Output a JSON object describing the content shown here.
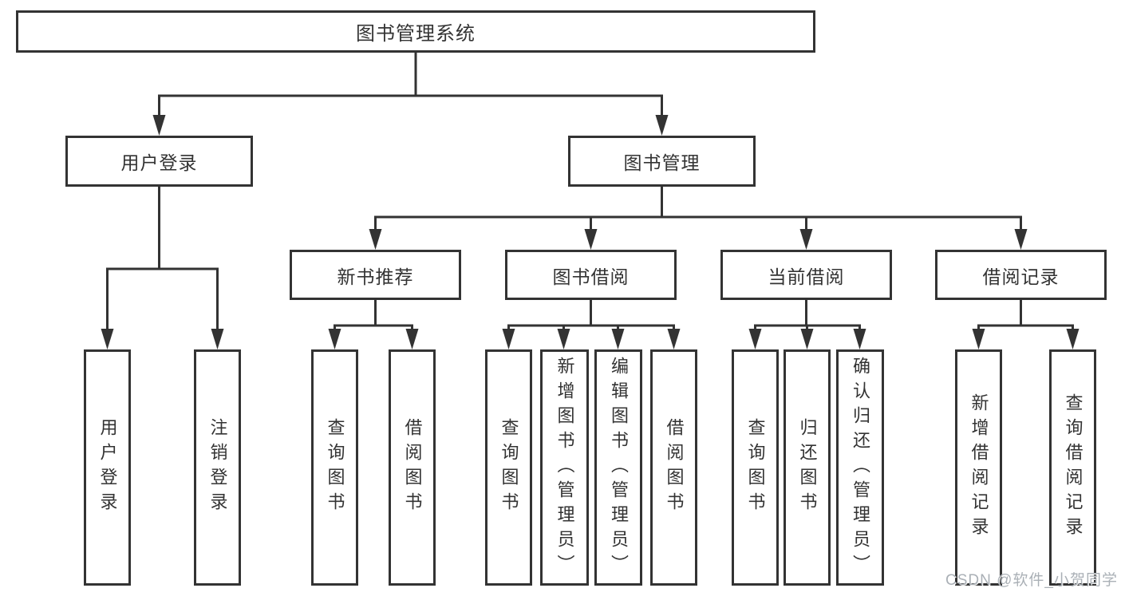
{
  "watermark": "CSDN @软件_小贺同学",
  "colors": {
    "line": "#333333",
    "box_border": "#333333",
    "text": "#333333",
    "background": "#ffffff",
    "watermark": "#aab0b6"
  },
  "tree": {
    "label": "图书管理系统",
    "children": [
      {
        "label": "用户登录",
        "children": [
          {
            "label": "用户登录"
          },
          {
            "label": "注销登录"
          }
        ]
      },
      {
        "label": "图书管理",
        "children": [
          {
            "label": "新书推荐",
            "children": [
              {
                "label": "查询图书"
              },
              {
                "label": "借阅图书"
              }
            ]
          },
          {
            "label": "图书借阅",
            "children": [
              {
                "label": "查询图书"
              },
              {
                "label": "新增图书（管理员）"
              },
              {
                "label": "编辑图书（管理员）"
              },
              {
                "label": "借阅图书"
              }
            ]
          },
          {
            "label": "当前借阅",
            "children": [
              {
                "label": "查询图书"
              },
              {
                "label": "归还图书"
              },
              {
                "label": "确认归还（管理员）"
              }
            ]
          },
          {
            "label": "借阅记录",
            "children": [
              {
                "label": "新增借阅记录"
              },
              {
                "label": "查询借阅记录"
              }
            ]
          }
        ]
      }
    ]
  }
}
